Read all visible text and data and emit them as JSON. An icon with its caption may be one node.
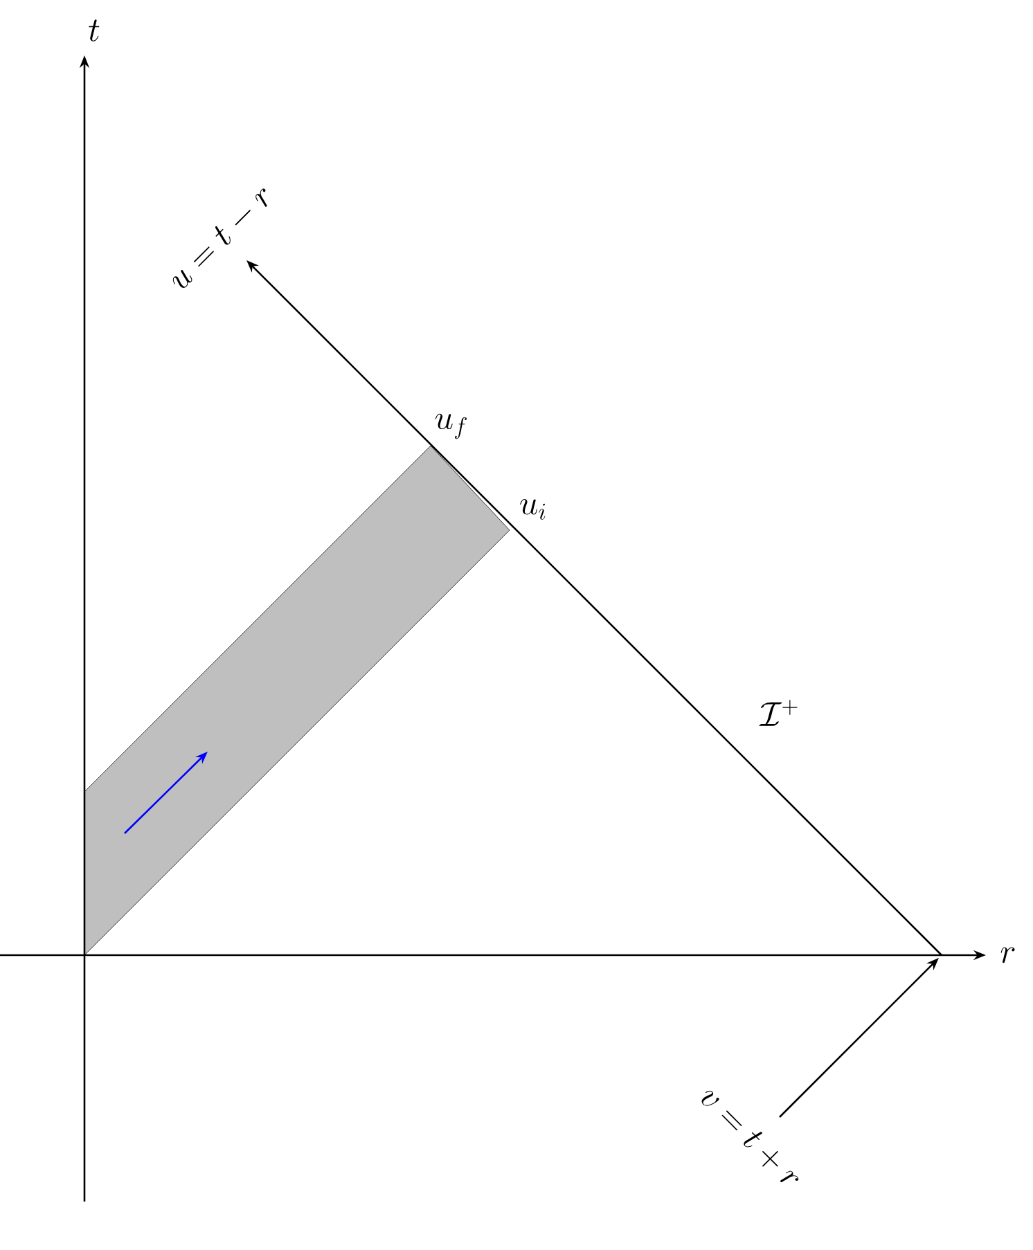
{
  "diagram": {
    "labels": [
      "t",
      "u=t-r",
      "u_f",
      "u_i",
      "\\mathcal{I}^+",
      "r",
      "v=t+r"
    ]
  }
}
